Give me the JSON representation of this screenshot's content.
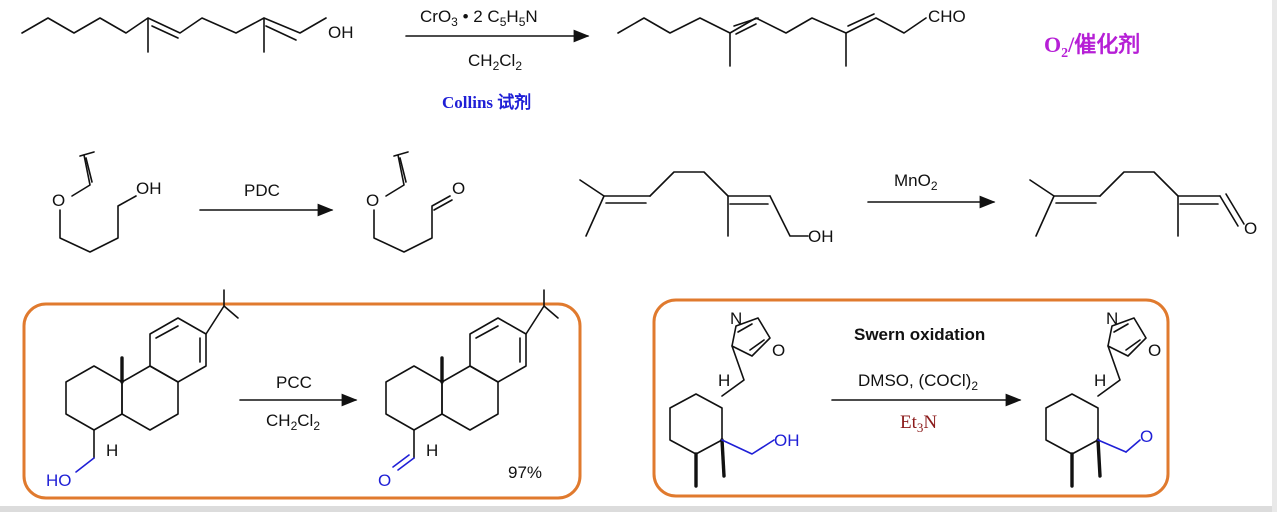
{
  "reaction1": {
    "reagent_top": "CrO",
    "reagent_top_sub": "3",
    "reagent_top_rest": " • 2 C",
    "reagent_top_sub2": "5",
    "reagent_top_h": "H",
    "reagent_top_sub3": "5",
    "reagent_top_n": "N",
    "reagent_bottom": "CH",
    "reagent_bottom_sub": "2",
    "reagent_bottom_cl": "Cl",
    "reagent_bottom_sub2": "2",
    "reagent_name": "Collins 试剂",
    "sm_group": "OH",
    "product_group": "CHO"
  },
  "side_note": {
    "o": "O",
    "o_sub": "2",
    "rest": "/催化剂"
  },
  "reaction2": {
    "reagent": "PDC",
    "sm_group": "OH",
    "sm_o": "O",
    "product_o": "O",
    "product_carbonyl": "O"
  },
  "reaction3": {
    "reagent": "MnO",
    "reagent_sub": "2",
    "sm_group": "OH",
    "product_group": "O"
  },
  "reaction4": {
    "reagent_top": "PCC",
    "reagent_bottom": "CH",
    "reagent_bottom_sub": "2",
    "reagent_bottom_cl": "Cl",
    "reagent_bottom_sub2": "2",
    "sm_h": "H",
    "sm_ho": "HO",
    "product_h": "H",
    "product_o": "O",
    "yield": "97%"
  },
  "reaction5": {
    "title": "Swern oxidation",
    "reagent_top": "DMSO, (COCl)",
    "reagent_top_sub": "2",
    "reagent_bottom": "Et",
    "reagent_bottom_sub": "3",
    "reagent_bottom_n": "N",
    "sm_n": "N",
    "sm_o_ring": "O",
    "sm_h": "H",
    "sm_oh": "OH",
    "product_n": "N",
    "product_o_ring": "O",
    "product_h": "H",
    "product_o": "O"
  },
  "colors": {
    "blue": "#1f1fd6",
    "purple": "#b61fd6",
    "orange": "#e07a2e",
    "darkred": "#8b1a1a",
    "black": "#111111"
  }
}
